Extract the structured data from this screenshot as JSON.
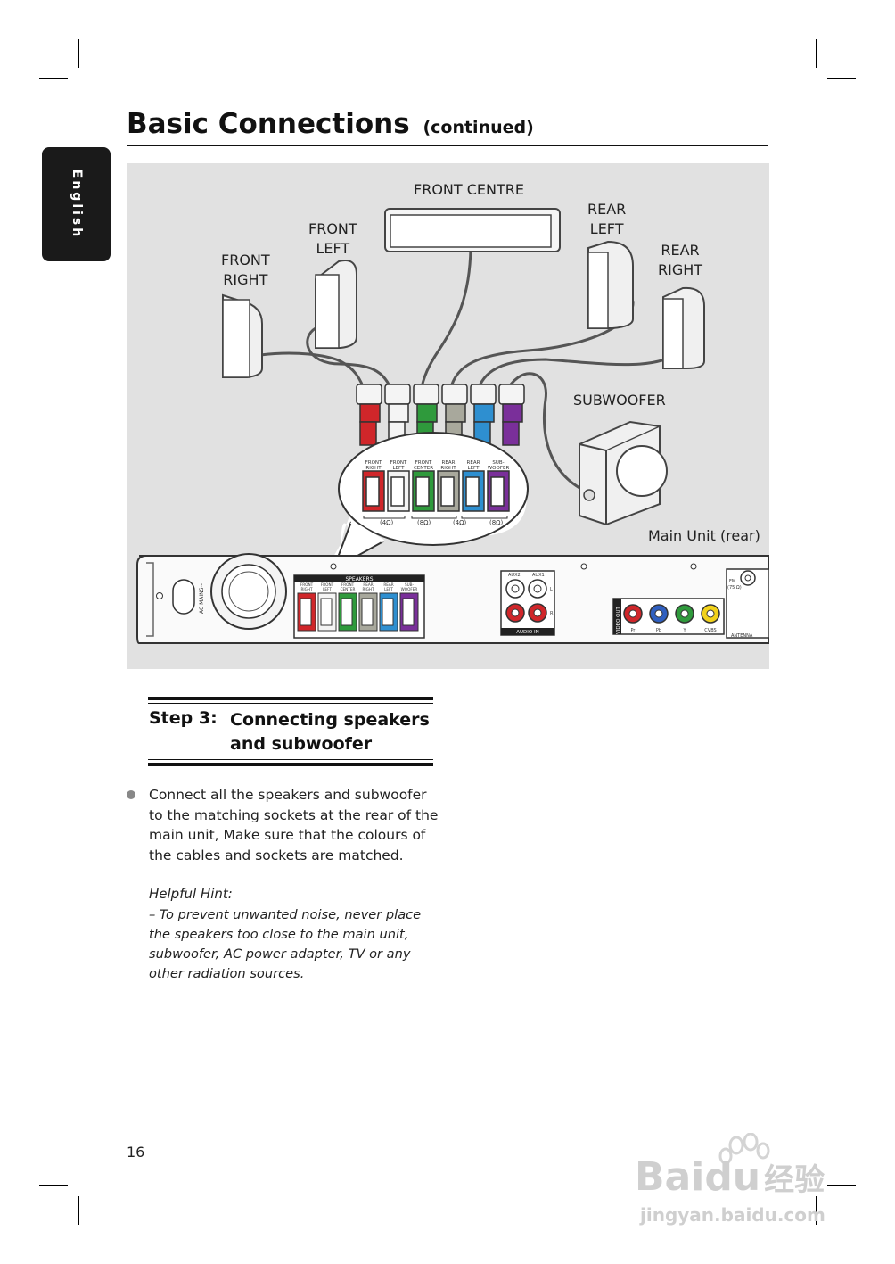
{
  "language_tab": "English",
  "header": {
    "title": "Basic Connections",
    "subtitle": "(continued)"
  },
  "diagram": {
    "speaker_labels": {
      "front_centre": "FRONT CENTRE",
      "front_left": [
        "FRONT",
        "LEFT"
      ],
      "front_right": [
        "FRONT",
        "RIGHT"
      ],
      "rear_left": [
        "REAR",
        "LEFT"
      ],
      "rear_right": [
        "REAR",
        "RIGHT"
      ],
      "subwoofer": "SUBWOOFER"
    },
    "main_unit_label": "Main Unit (rear)",
    "callout_channels": [
      {
        "l1": "FRONT",
        "l2": "RIGHT",
        "color": "#d0262a"
      },
      {
        "l1": "FRONT",
        "l2": "LEFT",
        "color": "#f4f4f4"
      },
      {
        "l1": "FRONT",
        "l2": "CENTER",
        "color": "#2f9a3c"
      },
      {
        "l1": "REAR",
        "l2": "RIGHT",
        "color": "#a8a89c"
      },
      {
        "l1": "REAR",
        "l2": "LEFT",
        "color": "#2e8fd0"
      },
      {
        "l1": "SUB-",
        "l2": "WOOFER",
        "color": "#7a2f9a"
      }
    ],
    "impedance_labels": [
      "(4Ω)",
      "(8Ω)",
      "(4Ω)",
      "(8Ω)"
    ],
    "rear_panel": {
      "speakers_title": "SPEAKERS",
      "ac_mains": "AC MAINS~",
      "aux_labels": [
        "AUX2",
        "AUX1"
      ],
      "lr": [
        "L",
        "R"
      ],
      "audio_in": "AUDIO IN",
      "video_out": "VIDEO OUT",
      "video_jacks": [
        {
          "label": "Pr",
          "color": "#d0262a"
        },
        {
          "label": "Pb",
          "color": "#2f5fc0"
        },
        {
          "label": "Y",
          "color": "#2f9a3c"
        },
        {
          "label": "CVBS",
          "color": "#f2d21a"
        }
      ],
      "fm": "FM",
      "fm_ohm": "(75 Ω)",
      "antenna": "ANTENNA"
    }
  },
  "step": {
    "number": "Step 3:",
    "title": "Connecting speakers and subwoofer"
  },
  "instructions": "Connect all the speakers and subwoofer to the matching sockets at the rear of the main unit, Make sure that the colours of the cables and sockets are matched.",
  "hint": {
    "title": "Helpful Hint:",
    "text": "–  To prevent unwanted noise, never place the speakers too close to the main unit, subwoofer, AC power adapter, TV or any other radiation sources."
  },
  "page_number": "16",
  "watermark": {
    "brand": "Bai",
    "brand_du": "du",
    "brand_cn": "经验",
    "url": "jingyan.baidu.com"
  }
}
